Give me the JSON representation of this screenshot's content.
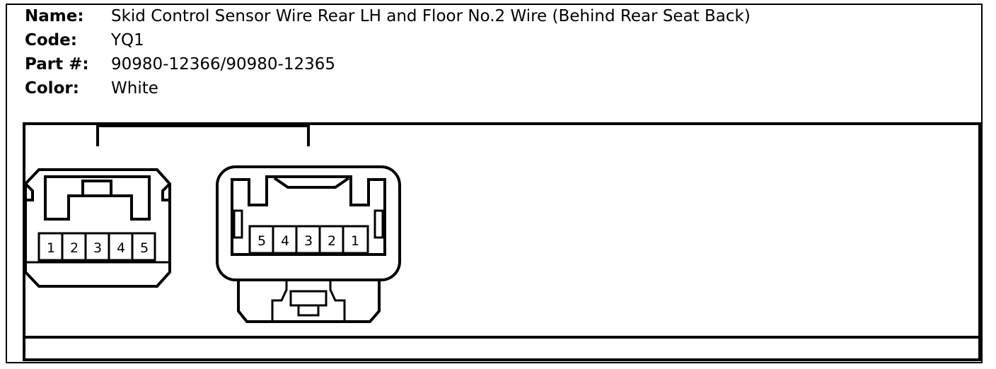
{
  "info": {
    "name_label": "Name:",
    "name_value": "Skid Control Sensor Wire Rear LH and Floor No.2 Wire (Behind Rear Seat Back)",
    "code_label": "Code:",
    "code_value": "YQ1",
    "part_label": "Part #:",
    "part_value": "90980-12366/90980-12365",
    "color_label": "Color:",
    "color_value": "White"
  },
  "connector_left": {
    "pins": [
      "1",
      "2",
      "3",
      "4",
      "5"
    ]
  },
  "connector_right": {
    "pins": [
      "5",
      "4",
      "3",
      "2",
      "1"
    ]
  }
}
